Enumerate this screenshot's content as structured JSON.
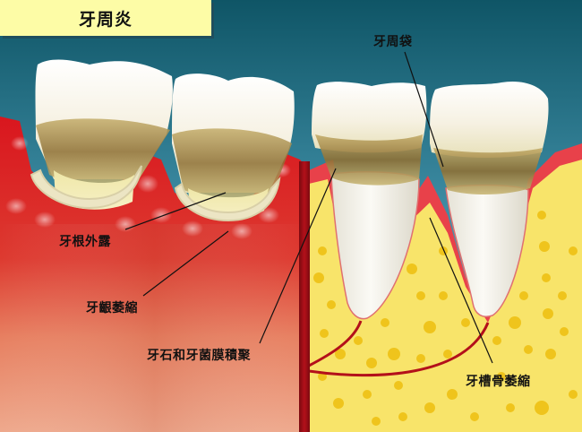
{
  "title": "牙周炎",
  "labels": {
    "periodontal_pocket": "牙周袋",
    "root_exposure": "牙根外露",
    "gum_recession": "牙齦萎縮",
    "tartar_plaque": "牙石和牙菌膜積聚",
    "alveolar_bone_loss": "牙槽骨萎縮"
  },
  "colors": {
    "title_bg": "#fdfca6",
    "sky_top": "#0f5566",
    "sky_bottom": "#7cc3dc",
    "gum_red": "#d9161e",
    "gum_pale": "#e9a287",
    "bone_yellow": "#f8e46a",
    "bone_spot": "#efc41c",
    "tooth_white": "#f7f3ea",
    "tartar_brown": "#9a7a3a",
    "vessel_red": "#b3101a",
    "leader_line": "#111111"
  }
}
